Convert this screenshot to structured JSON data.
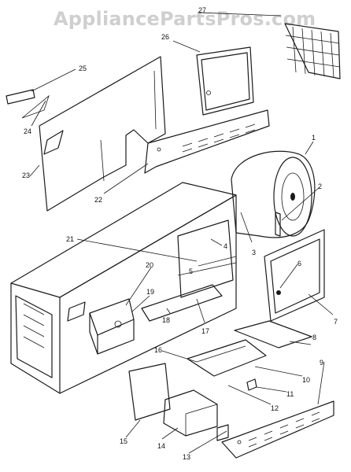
{
  "watermark": "AppliancePartsPros.com",
  "callouts": [
    {
      "id": "c1",
      "text": "1"
    },
    {
      "id": "c2",
      "text": "2"
    },
    {
      "id": "c3",
      "text": "3"
    },
    {
      "id": "c4",
      "text": "4"
    },
    {
      "id": "c5",
      "text": "5"
    },
    {
      "id": "c6",
      "text": "6"
    },
    {
      "id": "c7",
      "text": "7"
    },
    {
      "id": "c8",
      "text": "8"
    },
    {
      "id": "c9",
      "text": "9"
    },
    {
      "id": "c10",
      "text": "10"
    },
    {
      "id": "c11",
      "text": "11"
    },
    {
      "id": "c12",
      "text": "12"
    },
    {
      "id": "c13",
      "text": "13"
    },
    {
      "id": "c14",
      "text": "14"
    },
    {
      "id": "c15",
      "text": "15"
    },
    {
      "id": "c16",
      "text": "16"
    },
    {
      "id": "c17",
      "text": "17"
    },
    {
      "id": "c18",
      "text": "18"
    },
    {
      "id": "c19",
      "text": "19"
    },
    {
      "id": "c20",
      "text": "20"
    },
    {
      "id": "c21",
      "text": "21"
    },
    {
      "id": "c22",
      "text": "22"
    },
    {
      "id": "c23",
      "text": "23"
    },
    {
      "id": "c24",
      "text": "24"
    },
    {
      "id": "c25",
      "text": "25"
    },
    {
      "id": "c26",
      "text": "26"
    },
    {
      "id": "c27",
      "text": "27"
    }
  ]
}
